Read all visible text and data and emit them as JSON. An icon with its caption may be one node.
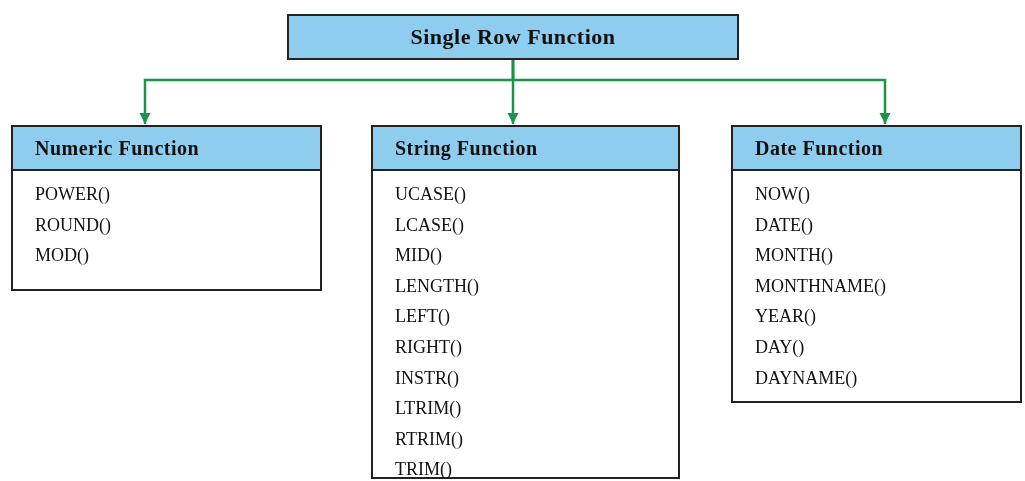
{
  "diagram": {
    "nodes": [
      {
        "text": [
          "Single Row Function"
        ]
      },
      {
        "text": [
          "Numeric Function",
          "POWER()",
          "ROUND()",
          "MOD()"
        ]
      },
      {
        "text": [
          "String Function",
          "UCASE()",
          "LCASE()",
          "MID()",
          "LENGTH()",
          "LEFT()",
          "RIGHT()",
          "INSTR()",
          "LTRIM()",
          "RTRIM()",
          "TRIM()"
        ]
      },
      {
        "text": [
          "Date Function",
          "NOW()",
          "DATE()",
          "MONTH()",
          "MONTHNAME()",
          "YEAR()",
          "DAY()",
          "DAYNAME()"
        ]
      }
    ],
    "edges": [
      {
        "from": 0,
        "to": 1,
        "arrow": "to"
      },
      {
        "from": 0,
        "to": 2,
        "arrow": "to"
      },
      {
        "from": 0,
        "to": 3,
        "arrow": "to"
      }
    ]
  }
}
